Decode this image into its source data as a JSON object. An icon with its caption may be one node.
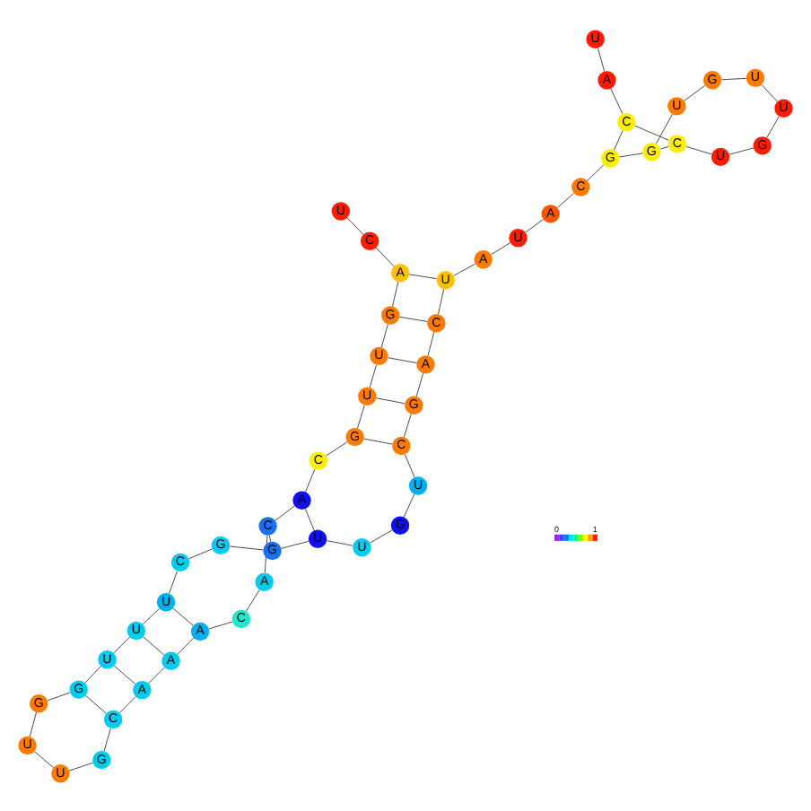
{
  "diagram": {
    "nodes": [
      {
        "text": [
          "U"
        ]
      },
      {
        "text": [
          "C"
        ]
      },
      {
        "text": [
          "A"
        ]
      },
      {
        "text": [
          "G"
        ]
      },
      {
        "text": [
          "U"
        ]
      },
      {
        "text": [
          "U"
        ]
      },
      {
        "text": [
          "G"
        ]
      },
      {
        "text": [
          "C"
        ]
      },
      {
        "text": [
          "A"
        ]
      },
      {
        "text": [
          "C"
        ]
      },
      {
        "text": [
          "A"
        ]
      },
      {
        "text": [
          "C"
        ]
      },
      {
        "text": [
          "A"
        ]
      },
      {
        "text": [
          "A"
        ]
      },
      {
        "text": [
          "A"
        ]
      },
      {
        "text": [
          "C"
        ]
      },
      {
        "text": [
          "G"
        ]
      },
      {
        "text": [
          "U"
        ]
      },
      {
        "text": [
          "U"
        ]
      },
      {
        "text": [
          "G"
        ]
      },
      {
        "text": [
          "G"
        ]
      },
      {
        "text": [
          "U"
        ]
      },
      {
        "text": [
          "U"
        ]
      },
      {
        "text": [
          "U"
        ]
      },
      {
        "text": [
          "C"
        ]
      },
      {
        "text": [
          "G"
        ]
      },
      {
        "text": [
          "G"
        ]
      },
      {
        "text": [
          "U"
        ]
      },
      {
        "text": [
          "U"
        ]
      },
      {
        "text": [
          "G"
        ]
      },
      {
        "text": [
          "U"
        ]
      },
      {
        "text": [
          "C"
        ]
      },
      {
        "text": [
          "G"
        ]
      },
      {
        "text": [
          "A"
        ]
      },
      {
        "text": [
          "C"
        ]
      },
      {
        "text": [
          "U"
        ]
      },
      {
        "text": [
          "A"
        ]
      },
      {
        "text": [
          "U"
        ]
      },
      {
        "text": [
          "A"
        ]
      },
      {
        "text": [
          "C"
        ]
      },
      {
        "text": [
          "G"
        ]
      },
      {
        "text": [
          "G"
        ]
      },
      {
        "text": [
          "U"
        ]
      },
      {
        "text": [
          "G"
        ]
      },
      {
        "text": [
          "U"
        ]
      },
      {
        "text": [
          "U"
        ]
      },
      {
        "text": [
          "G"
        ]
      },
      {
        "text": [
          "U"
        ]
      },
      {
        "text": [
          "C"
        ]
      },
      {
        "text": [
          "C"
        ]
      },
      {
        "text": [
          "A"
        ]
      },
      {
        "text": [
          "U"
        ]
      }
    ],
    "edges": [
      {
        "from": 0,
        "to": 1,
        "arrow": "none"
      },
      {
        "from": 1,
        "to": 2,
        "arrow": "none"
      },
      {
        "from": 2,
        "to": 3,
        "arrow": "none"
      },
      {
        "from": 3,
        "to": 4,
        "arrow": "none"
      },
      {
        "from": 4,
        "to": 5,
        "arrow": "none"
      },
      {
        "from": 5,
        "to": 6,
        "arrow": "none"
      },
      {
        "from": 6,
        "to": 7,
        "arrow": "none"
      },
      {
        "from": 7,
        "to": 8,
        "arrow": "none"
      },
      {
        "from": 8,
        "to": 9,
        "arrow": "none"
      },
      {
        "from": 9,
        "to": 10,
        "arrow": "none"
      },
      {
        "from": 10,
        "to": 11,
        "arrow": "none"
      },
      {
        "from": 11,
        "to": 12,
        "arrow": "none"
      },
      {
        "from": 12,
        "to": 13,
        "arrow": "none"
      },
      {
        "from": 13,
        "to": 14,
        "arrow": "none"
      },
      {
        "from": 14,
        "to": 15,
        "arrow": "none"
      },
      {
        "from": 15,
        "to": 16,
        "arrow": "none"
      },
      {
        "from": 16,
        "to": 17,
        "arrow": "none"
      },
      {
        "from": 17,
        "to": 18,
        "arrow": "none"
      },
      {
        "from": 18,
        "to": 19,
        "arrow": "none"
      },
      {
        "from": 19,
        "to": 20,
        "arrow": "none"
      },
      {
        "from": 20,
        "to": 21,
        "arrow": "none"
      },
      {
        "from": 21,
        "to": 22,
        "arrow": "none"
      },
      {
        "from": 22,
        "to": 23,
        "arrow": "none"
      },
      {
        "from": 23,
        "to": 24,
        "arrow": "none"
      },
      {
        "from": 24,
        "to": 25,
        "arrow": "none"
      },
      {
        "from": 25,
        "to": 26,
        "arrow": "none"
      },
      {
        "from": 26,
        "to": 27,
        "arrow": "none"
      },
      {
        "from": 27,
        "to": 28,
        "arrow": "none"
      },
      {
        "from": 28,
        "to": 29,
        "arrow": "none"
      },
      {
        "from": 29,
        "to": 30,
        "arrow": "none"
      },
      {
        "from": 30,
        "to": 31,
        "arrow": "none"
      },
      {
        "from": 31,
        "to": 32,
        "arrow": "none"
      },
      {
        "from": 32,
        "to": 33,
        "arrow": "none"
      },
      {
        "from": 33,
        "to": 34,
        "arrow": "none"
      },
      {
        "from": 34,
        "to": 35,
        "arrow": "none"
      },
      {
        "from": 35,
        "to": 36,
        "arrow": "none"
      },
      {
        "from": 36,
        "to": 37,
        "arrow": "none"
      },
      {
        "from": 37,
        "to": 38,
        "arrow": "none"
      },
      {
        "from": 38,
        "to": 39,
        "arrow": "none"
      },
      {
        "from": 39,
        "to": 40,
        "arrow": "none"
      },
      {
        "from": 40,
        "to": 41,
        "arrow": "none"
      },
      {
        "from": 41,
        "to": 42,
        "arrow": "none"
      },
      {
        "from": 42,
        "to": 43,
        "arrow": "none"
      },
      {
        "from": 43,
        "to": 44,
        "arrow": "none"
      },
      {
        "from": 44,
        "to": 45,
        "arrow": "none"
      },
      {
        "from": 45,
        "to": 46,
        "arrow": "none"
      },
      {
        "from": 46,
        "to": 47,
        "arrow": "none"
      },
      {
        "from": 47,
        "to": 48,
        "arrow": "none"
      },
      {
        "from": 48,
        "to": 49,
        "arrow": "none"
      },
      {
        "from": 49,
        "to": 50,
        "arrow": "none"
      },
      {
        "from": 50,
        "to": 51,
        "arrow": "none"
      },
      {
        "from": 2,
        "to": 35,
        "arrow": "none"
      },
      {
        "from": 3,
        "to": 34,
        "arrow": "none"
      },
      {
        "from": 4,
        "to": 33,
        "arrow": "none"
      },
      {
        "from": 5,
        "to": 32,
        "arrow": "none"
      },
      {
        "from": 6,
        "to": 31,
        "arrow": "none"
      },
      {
        "from": 8,
        "to": 27,
        "arrow": "none"
      },
      {
        "from": 9,
        "to": 26,
        "arrow": "none"
      },
      {
        "from": 12,
        "to": 23,
        "arrow": "none"
      },
      {
        "from": 13,
        "to": 22,
        "arrow": "none"
      },
      {
        "from": 14,
        "to": 21,
        "arrow": "none"
      },
      {
        "from": 15,
        "to": 20,
        "arrow": "none"
      },
      {
        "from": 40,
        "to": 49,
        "arrow": "none"
      },
      {
        "from": 41,
        "to": 48,
        "arrow": "none"
      }
    ],
    "labels": [
      "0",
      "1"
    ]
  }
}
